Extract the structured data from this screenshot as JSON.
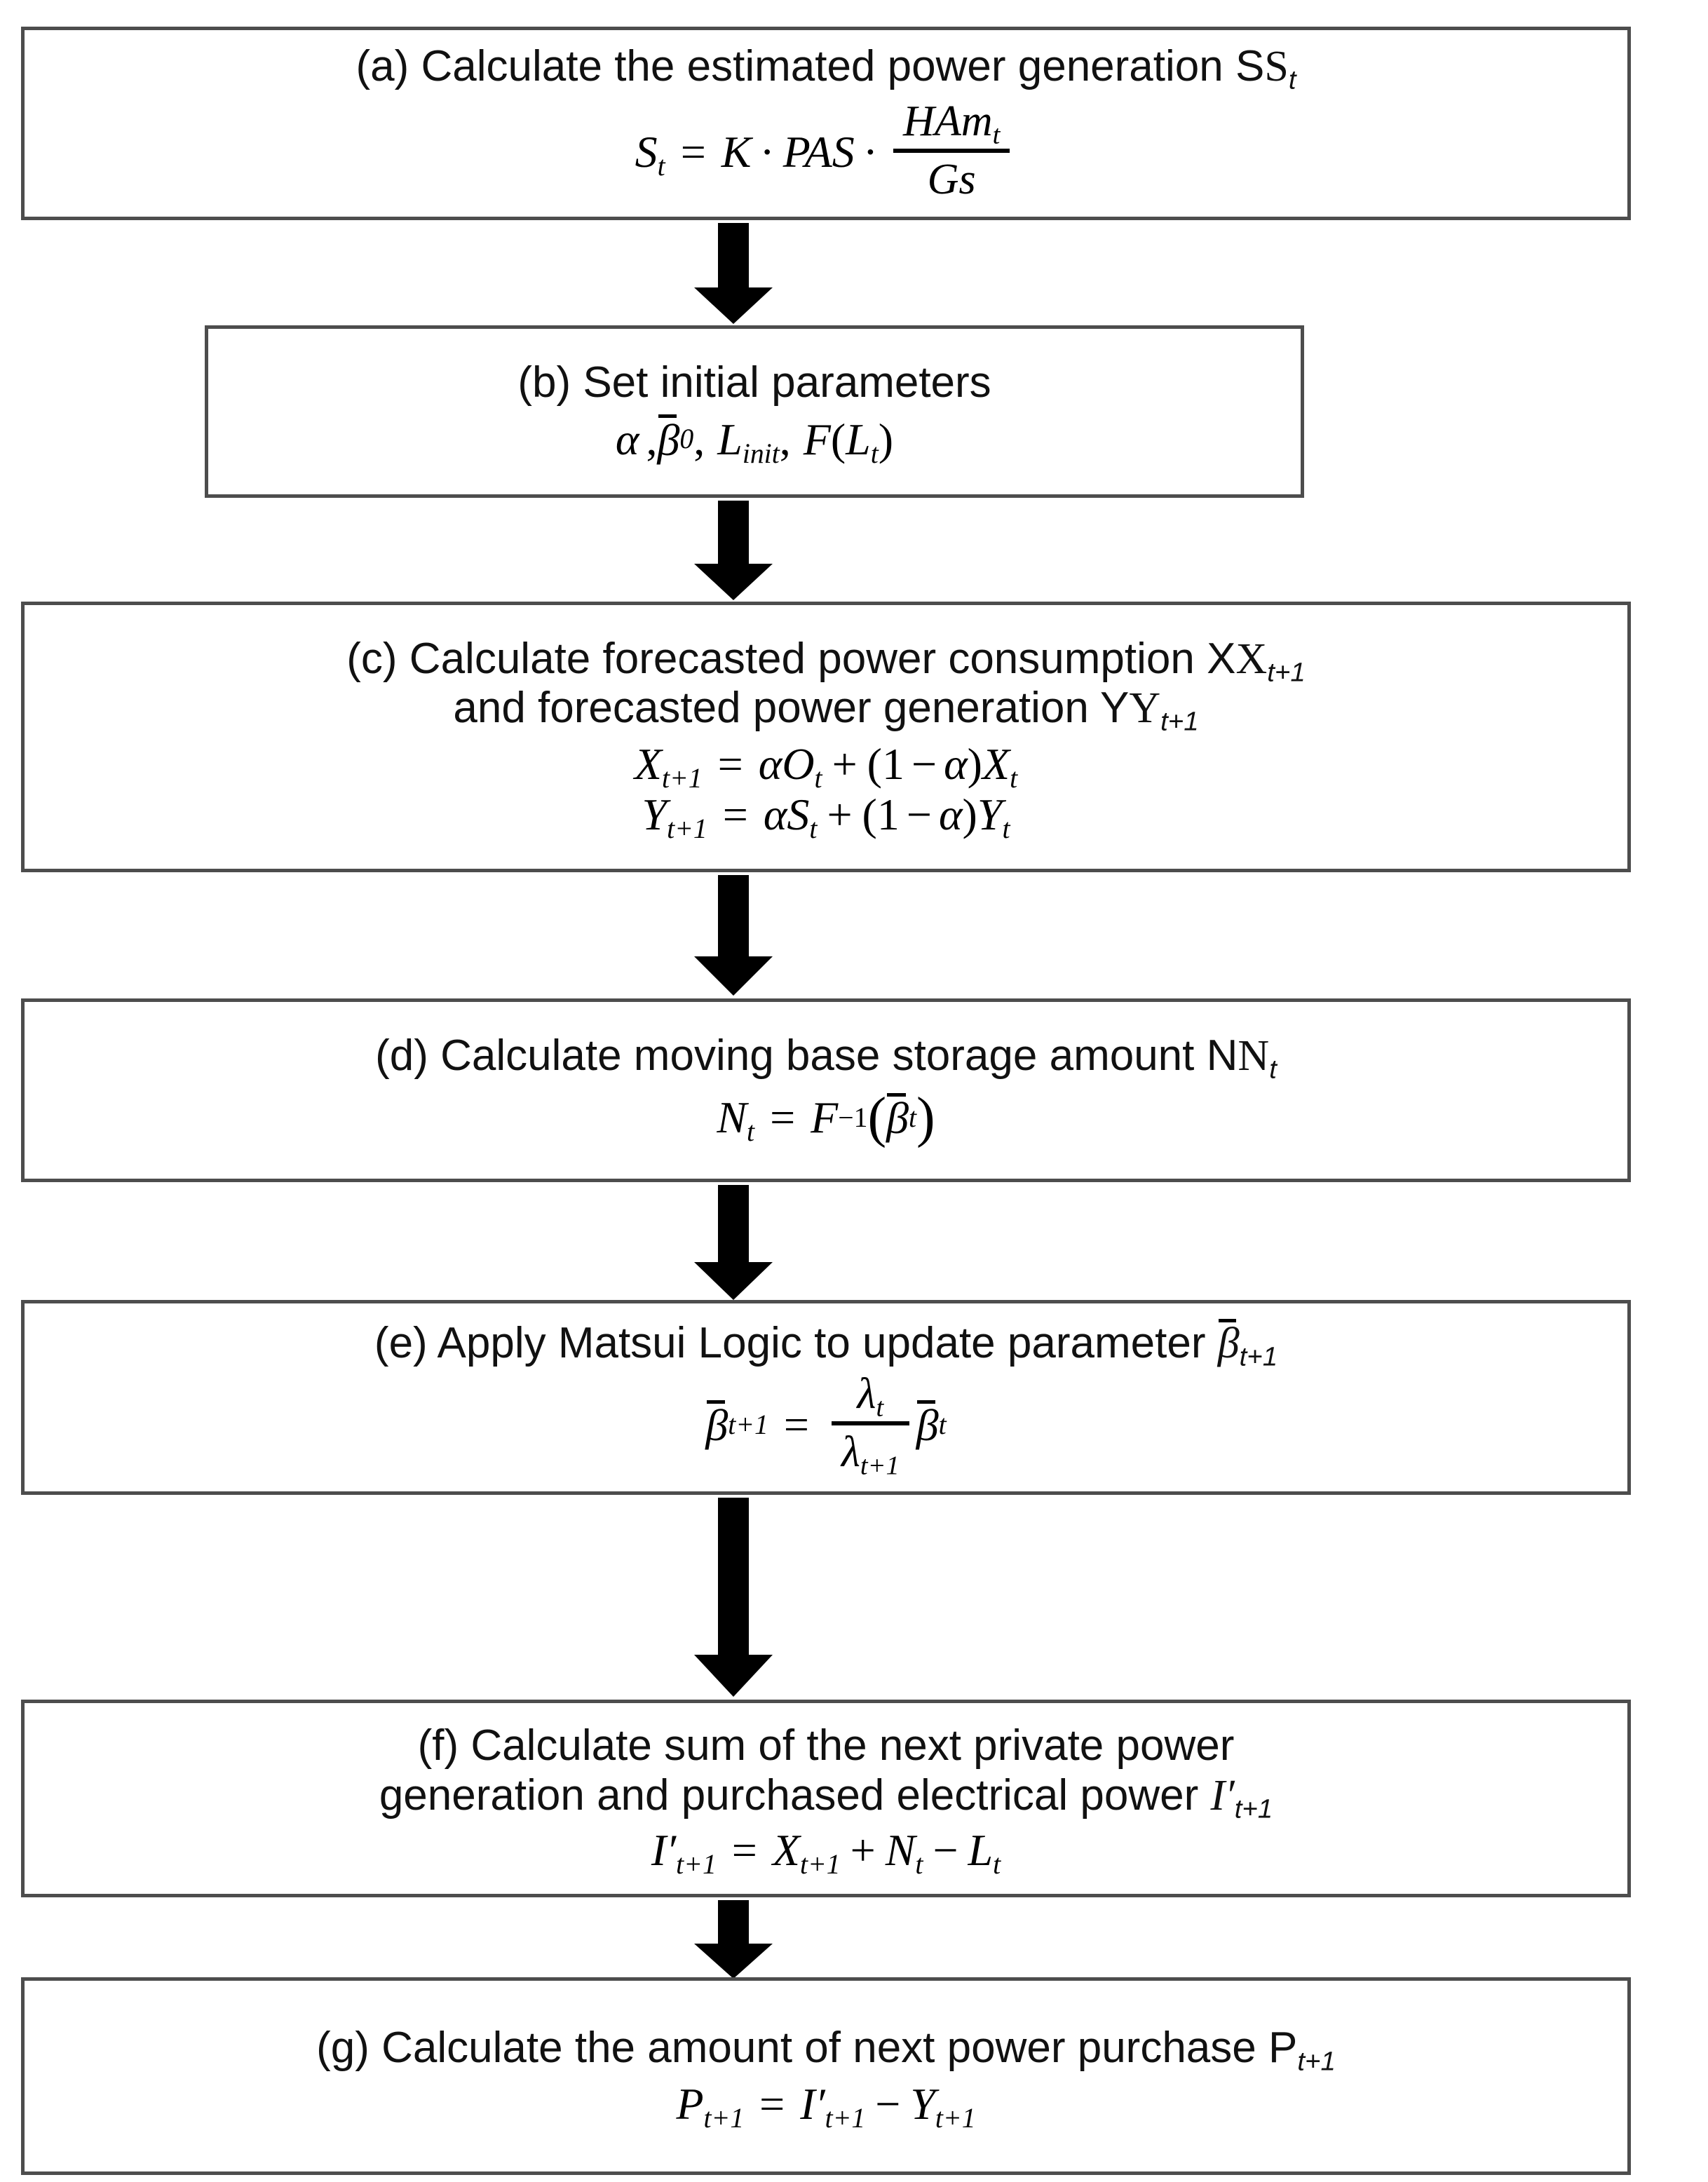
{
  "diagram": {
    "title": "Power generation and purchase calculation flowchart",
    "type": "flowchart",
    "orientation": "top-to-bottom",
    "box_border_color": "#4d4d4d",
    "arrow_color": "#000000",
    "background_color": "#ffffff",
    "nodes": [
      {
        "id": "a",
        "label": "(a) Calculate the estimated power generation Sₜ",
        "text_lines": [
          "(a) Calculate the estimated power generation S"
        ],
        "heading_symbol": "S_t",
        "formula": "S_t = K · PAS · (HAm_t / Gs)",
        "formula_parts": {
          "lhs": "S",
          "lhs_sub": "t",
          "op": "=",
          "factor1": "K",
          "dot": "·",
          "factor2": "PAS",
          "numerator": "HAm",
          "numerator_sub": "t",
          "denominator": "Gs"
        }
      },
      {
        "id": "b",
        "label": "(b) Set initial parameters",
        "text_lines": [
          "(b) Set initial parameters"
        ],
        "formula": "α , β̅0, L_init, F(L_t)",
        "formula_parts": {
          "alpha": "α",
          "comma1": ",",
          "beta_bar": "β",
          "beta_sub": "0",
          "comma2": ",",
          "L": "L",
          "L_sub": "init",
          "comma3": ",",
          "F": "F",
          "paren_open": "(",
          "L2": "L",
          "L2_sub": "t",
          "paren_close": ")"
        }
      },
      {
        "id": "c",
        "label": "(c) Calculate forecasted power consumption Xₜ₊₁ and forecasted power generation Yₜ₊₁",
        "text_lines": [
          "(c) Calculate forecasted power consumption X",
          "and forecasted power generation Y"
        ],
        "line1_sub": "t+1",
        "line2_sub": "t+1",
        "formula": "X_{t+1} = αO_t + (1 − α)X_t",
        "formula2": "Y_{t+1} = αS_t + (1 − α)Y_t",
        "formula_parts": {
          "lhs1": "X",
          "lhs1_sub": "t+1",
          "rhs1_a": "αO",
          "rhs1_a_sub": "t",
          "plus": "+",
          "group": "(1 − α)",
          "rhs1_b": "X",
          "rhs1_b_sub": "t",
          "lhs2": "Y",
          "lhs2_sub": "t+1",
          "rhs2_a": "αS",
          "rhs2_a_sub": "t",
          "rhs2_b": "Y",
          "rhs2_b_sub": "t"
        }
      },
      {
        "id": "d",
        "label": "(d) Calculate moving base storage amount Nₜ",
        "text_lines": [
          "(d) Calculate moving base storage amount N"
        ],
        "heading_symbol": "N_t",
        "formula": "N_t = F⁻¹(β̅_t)",
        "formula_parts": {
          "lhs": "N",
          "lhs_sub": "t",
          "op": "=",
          "F": "F",
          "F_sup": "−1",
          "paren_open": "(",
          "beta_bar": "β",
          "beta_sub": "t",
          "paren_close": ")"
        }
      },
      {
        "id": "e",
        "label": "(e) Apply Matsui Logic to update parameter β̅ₜ₊₁",
        "text_lines": [
          "(e) Apply Matsui Logic to update parameter "
        ],
        "heading_symbol": "beta_bar_t+1",
        "heading_sub": "t+1",
        "formula": "β̅_{t+1} = (λ_t / λ_{t+1}) β̅_t",
        "formula_parts": {
          "lhs_beta": "β",
          "lhs_sub": "t+1",
          "op": "=",
          "num": "λ",
          "num_sub": "t",
          "den": "λ",
          "den_sub": "t+1",
          "rhs_beta": "β",
          "rhs_sub": "t"
        }
      },
      {
        "id": "f",
        "label": "(f) Calculate sum of the next private power generation and purchased electrical power I′ₜ₊₁",
        "text_lines": [
          "(f) Calculate sum of the next private power",
          "generation and purchased electrical power "
        ],
        "line2_symbol": "I′",
        "line2_sub": "t+1",
        "formula": "I′_{t+1} = X_{t+1} + N_t − L_t",
        "formula_parts": {
          "lhs": "I′",
          "lhs_sub": "t+1",
          "op": "=",
          "term1": "X",
          "term1_sub": "t+1",
          "plus": "+",
          "term2": "N",
          "term2_sub": "t",
          "minus": "−",
          "term3": "L",
          "term3_sub": "t"
        }
      },
      {
        "id": "g",
        "label": "(g) Calculate the amount of next power purchase Pₜ₊₁",
        "text_lines": [
          "(g) Calculate the amount of next power purchase P"
        ],
        "heading_sub": "t+1",
        "formula": "P_{t+1} = I′_{t+1} − Y_{t+1}",
        "formula_parts": {
          "lhs": "P",
          "lhs_sub": "t+1",
          "op": "=",
          "term1": "I′",
          "term1_sub": "t+1",
          "minus": "−",
          "term2": "Y",
          "term2_sub": "t+1"
        }
      }
    ],
    "connectors": [
      {
        "id": "a-b",
        "from": "a",
        "to": "b",
        "shape": "block-arrow-down"
      },
      {
        "id": "b-c",
        "from": "b",
        "to": "c",
        "shape": "block-arrow-down"
      },
      {
        "id": "c-d",
        "from": "c",
        "to": "d",
        "shape": "block-arrow-down"
      },
      {
        "id": "d-e",
        "from": "d",
        "to": "e",
        "shape": "block-arrow-down"
      },
      {
        "id": "e-f",
        "from": "e",
        "to": "f",
        "shape": "block-arrow-down"
      },
      {
        "id": "f-g",
        "from": "f",
        "to": "g",
        "shape": "block-arrow-down"
      }
    ]
  }
}
